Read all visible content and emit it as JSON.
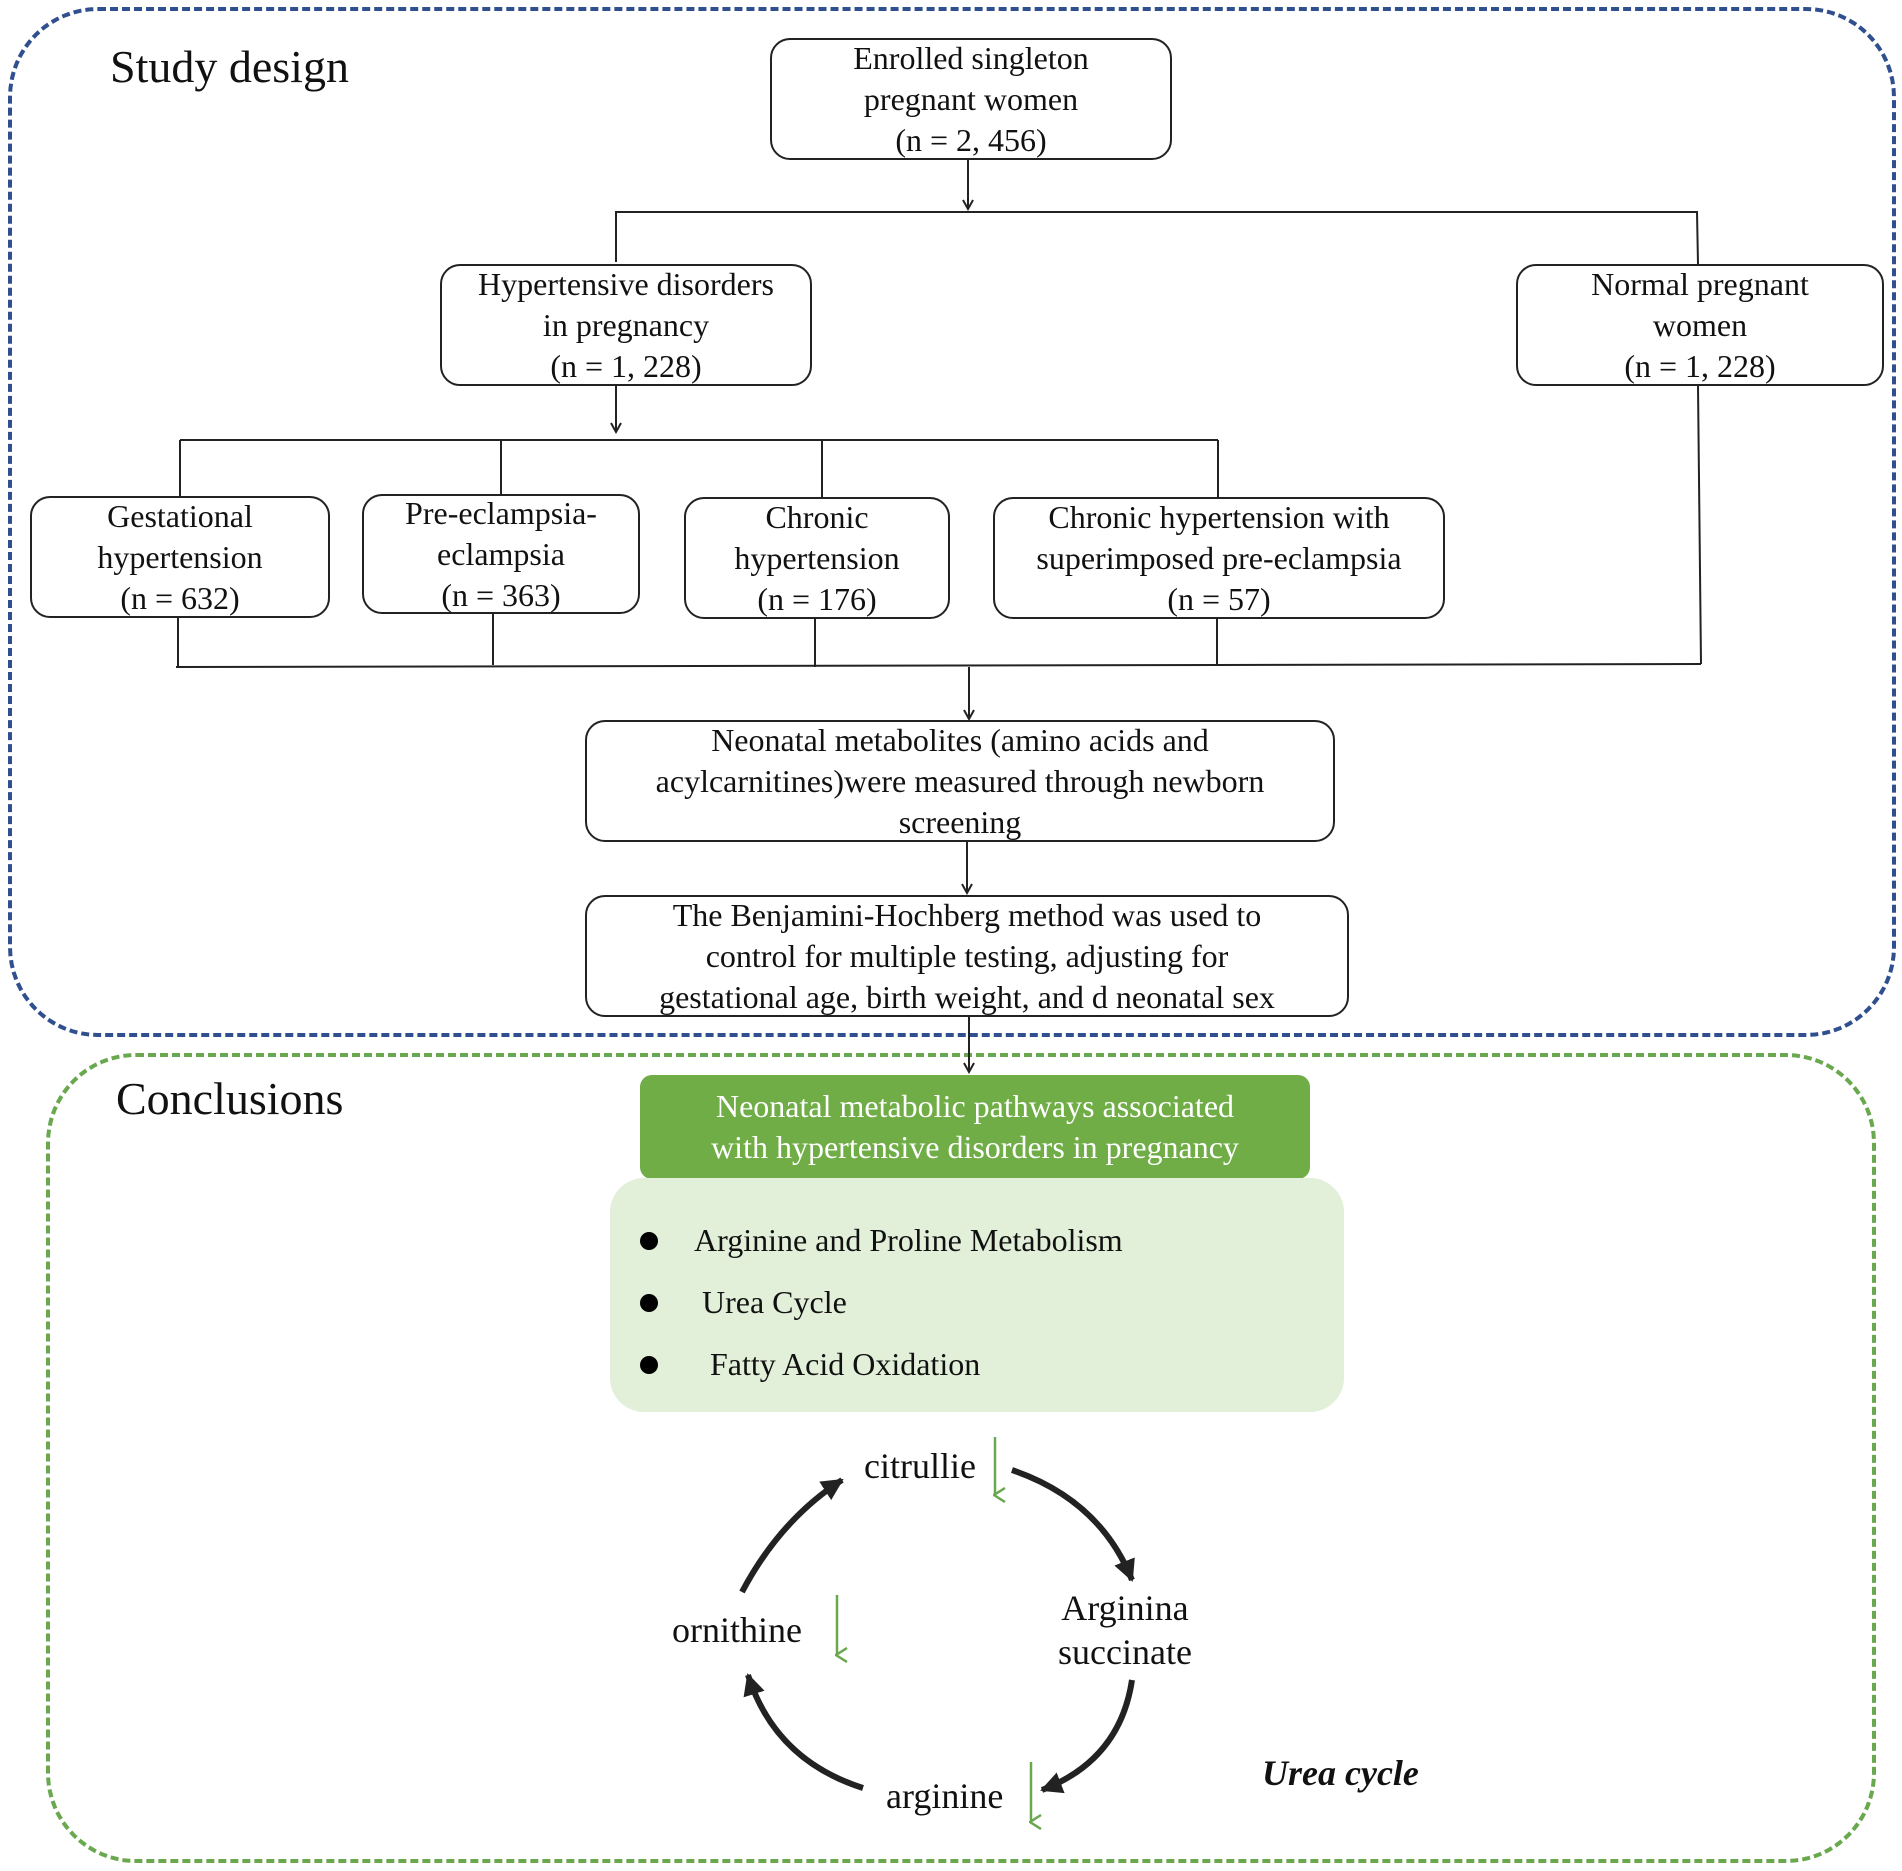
{
  "study_design": {
    "title": "Study design",
    "enrolled": [
      "Enrolled  singleton",
      "pregnant women",
      "(n = 2, 456)"
    ],
    "hdp": [
      "Hypertensive disorders",
      "in pregnancy",
      "(n = 1, 228)"
    ],
    "normal": [
      "Normal pregnant",
      "women",
      "(n = 1, 228)"
    ],
    "subgroups": {
      "gestational": [
        "Gestational",
        "hypertension",
        "(n = 632)"
      ],
      "preeclampsia": [
        "Pre-eclampsia-",
        "eclampsia",
        "(n = 363)"
      ],
      "chronic": [
        "Chronic",
        "hypertension",
        "(n = 176)"
      ],
      "chronic_superimposed": [
        "Chronic hypertension with",
        "superimposed pre-eclampsia",
        "(n = 57)"
      ]
    },
    "metabolites": [
      "Neonatal metabolites (amino acids and",
      "acylcarnitines)were measured through newborn",
      "screening"
    ],
    "statistics": [
      "The Benjamini-Hochberg method was used to",
      "control for multiple testing, adjusting for",
      "gestational age, birth weight, and d neonatal sex"
    ]
  },
  "conclusions": {
    "title": "Conclusions",
    "banner": [
      "Neonatal metabolic pathways associated",
      "with hypertensive disorders in pregnancy"
    ],
    "pathways": [
      "Arginine and Proline Metabolism",
      "Urea Cycle",
      "Fatty Acid Oxidation"
    ],
    "urea_cycle": {
      "label": "Urea cycle",
      "citrulline": "citrullie",
      "argininosuccinate": [
        "Arginina",
        "succinate"
      ],
      "arginine": "arginine",
      "ornithine": "ornithine"
    }
  },
  "colors": {
    "study_border": "#2f4f8f",
    "conclusion_border": "#6aa84f",
    "banner_fill": "#70ad47",
    "card_fill": "#e2efd9",
    "down_arrow": "#6aa84f"
  }
}
